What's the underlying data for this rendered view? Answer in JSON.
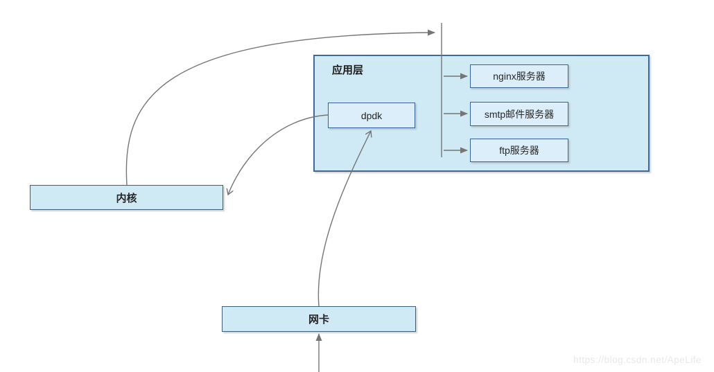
{
  "diagram": {
    "nodes": {
      "app_layer": {
        "label": "应用层"
      },
      "dpdk": {
        "label": "dpdk"
      },
      "nginx": {
        "label": "nginx服务器"
      },
      "smtp": {
        "label": "smtp邮件服务器"
      },
      "ftp": {
        "label": "ftp服务器"
      },
      "kernel": {
        "label": "内核"
      },
      "nic": {
        "label": "网卡"
      }
    },
    "edges": [
      {
        "from": "kernel",
        "to": "app_layer_bus"
      },
      {
        "from": "dpdk",
        "to": "kernel"
      },
      {
        "from": "nic",
        "to": "dpdk"
      },
      {
        "from": "external_below",
        "to": "nic"
      },
      {
        "from": "app_layer_bus",
        "to": "nginx"
      },
      {
        "from": "app_layer_bus",
        "to": "smtp"
      },
      {
        "from": "app_layer_bus",
        "to": "ftp"
      }
    ],
    "colors": {
      "container_fill": "#cfe9f5",
      "inner_box_fill": "#dbeefa",
      "box_border_blue": "#35629b",
      "container_border": "#3d6a99",
      "outer_box_border": "#3a5f7d",
      "line_gray": "#757575",
      "text": "#262626"
    }
  },
  "watermark": {
    "text": "https://blog.csdn.net/ApeLife"
  }
}
